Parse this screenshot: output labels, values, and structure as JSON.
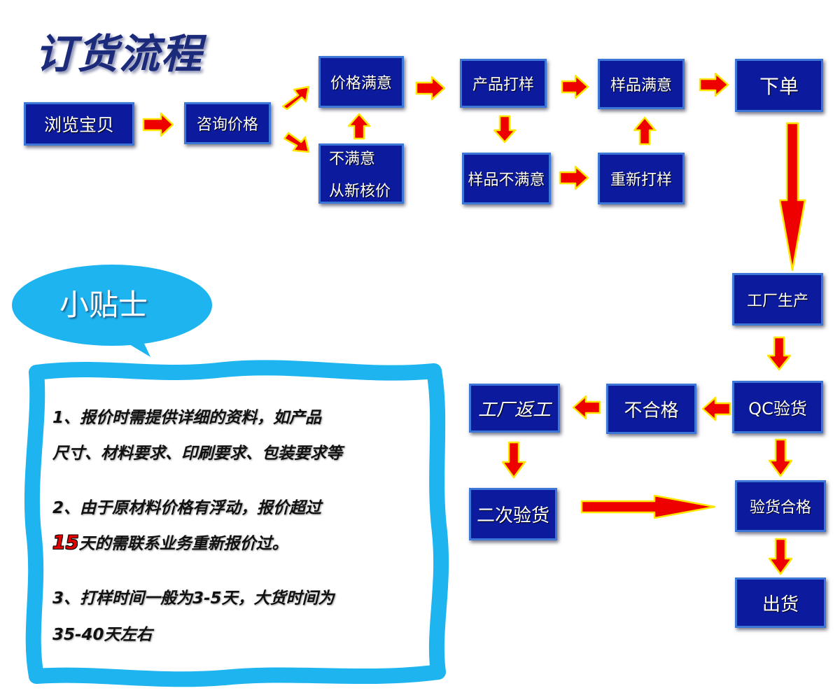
{
  "title": "订货流程",
  "nodes": {
    "browse": "浏览宝贝",
    "consult": "咨询价格",
    "price_ok": "价格满意",
    "unhappy_line1": "不满意",
    "unhappy_line2": "从新核价",
    "sample": "产品打样",
    "sample_bad": "样品不满意",
    "resample": "重新打样",
    "sample_ok": "样品满意",
    "order": "下单",
    "produce": "工厂生产",
    "qc": "QC验货",
    "fail": "不合格",
    "rework": "工厂返工",
    "second_check": "二次验货",
    "pass": "验货合格",
    "ship": "出货"
  },
  "tips": {
    "heading": "小贴士",
    "t1_line1": "1、报价时需提供详细的资料，如产品",
    "t1_line2": "尺寸、材料要求、印刷要求、包装要求等",
    "t2_line1": "2、由于原材料价格有浮动，报价超过",
    "t2_days": "15",
    "t2_line2": "天的需联系业务重新报价过。",
    "t3_line1": "3、打样时间一般为3-5天，大货时间为",
    "t3_line2": "35-40天左右"
  },
  "colors": {
    "node_fill": "#0c1a9e",
    "node_border": "#3c77d8",
    "arrow": "#ee0000",
    "arrow_outline": "#ffe600",
    "bubble": "#1eb4f0"
  }
}
